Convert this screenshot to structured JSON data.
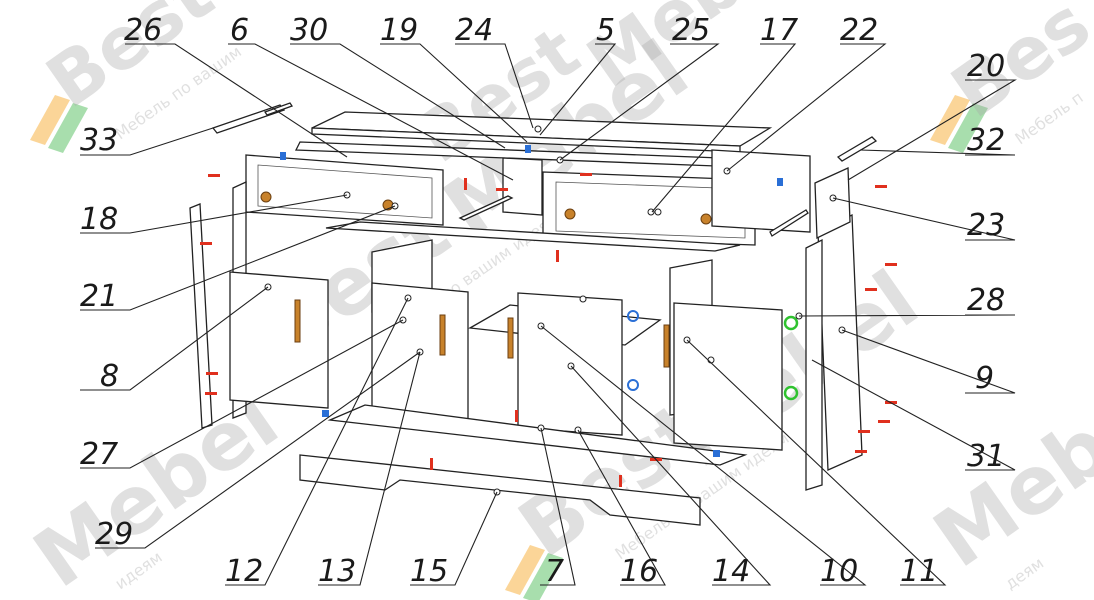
{
  "labels": [
    {
      "id": "26",
      "text": "26"
    },
    {
      "id": "6",
      "text": "6"
    },
    {
      "id": "30",
      "text": "30"
    },
    {
      "id": "19",
      "text": "19"
    },
    {
      "id": "24",
      "text": "24"
    },
    {
      "id": "5",
      "text": "5"
    },
    {
      "id": "25",
      "text": "25"
    },
    {
      "id": "17",
      "text": "17"
    },
    {
      "id": "22",
      "text": "22"
    },
    {
      "id": "20",
      "text": "20"
    },
    {
      "id": "33",
      "text": "33"
    },
    {
      "id": "32",
      "text": "32"
    },
    {
      "id": "18",
      "text": "18"
    },
    {
      "id": "23",
      "text": "23"
    },
    {
      "id": "21",
      "text": "21"
    },
    {
      "id": "28",
      "text": "28"
    },
    {
      "id": "8",
      "text": "8"
    },
    {
      "id": "9",
      "text": "9"
    },
    {
      "id": "27",
      "text": "27"
    },
    {
      "id": "31",
      "text": "31"
    },
    {
      "id": "29",
      "text": "29"
    },
    {
      "id": "12",
      "text": "12"
    },
    {
      "id": "13",
      "text": "13"
    },
    {
      "id": "15",
      "text": "15"
    },
    {
      "id": "7",
      "text": "7"
    },
    {
      "id": "16",
      "text": "16"
    },
    {
      "id": "14",
      "text": "14"
    },
    {
      "id": "10",
      "text": "10"
    },
    {
      "id": "11",
      "text": "11"
    }
  ],
  "watermark": {
    "brand": "BestMebel",
    "slogan": "Мебель по вашим идеям"
  },
  "colors": {
    "line": "#222222",
    "handle": "#c8822b",
    "screw": "#e0301e",
    "connector_blue": "#2a6fd6",
    "connector_green": "#2fc22f",
    "logo_orange": "#f7a21b",
    "logo_green": "#3db54a",
    "logo_yellow": "#f7d21b"
  }
}
